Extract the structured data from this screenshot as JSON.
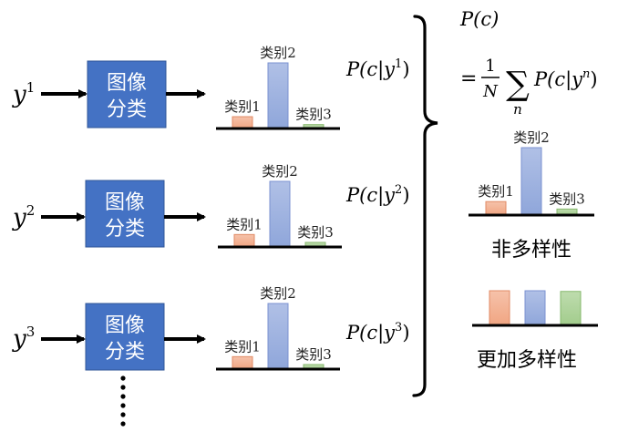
{
  "rows": [
    {
      "input_label": "y",
      "input_superscript": "1",
      "box_line1": "图像",
      "box_line2": "分类",
      "distribution_label": "P(c|y",
      "distribution_superscript": "1",
      "distribution_close": ")",
      "chart": {
        "type": "bar",
        "categories": [
          "类别1",
          "类别2",
          "类别3"
        ],
        "values": [
          0.18,
          1.0,
          0.06
        ]
      }
    },
    {
      "input_label": "y",
      "input_superscript": "2",
      "box_line1": "图像",
      "box_line2": "分类",
      "distribution_label": "P(c|y",
      "distribution_superscript": "2",
      "distribution_close": ")",
      "chart": {
        "type": "bar",
        "categories": [
          "类别1",
          "类别2",
          "类别3"
        ],
        "values": [
          0.19,
          1.0,
          0.07
        ]
      }
    },
    {
      "input_label": "y",
      "input_superscript": "3",
      "box_line1": "图像",
      "box_line2": "分类",
      "distribution_label": "P(c|y",
      "distribution_superscript": "3",
      "distribution_close": ")",
      "chart": {
        "type": "bar",
        "categories": [
          "类别1",
          "类别2",
          "类别3"
        ],
        "values": [
          0.19,
          1.0,
          0.07
        ]
      }
    }
  ],
  "continuation": "⋮",
  "marginal": {
    "title": "P(c)",
    "equals": "=",
    "frac_num": "1",
    "frac_den": "N",
    "sum_symbol": "∑",
    "sum_index": "n",
    "term": "P(c|y",
    "term_superscript": "n",
    "term_close": ")"
  },
  "chart_data": [
    {
      "type": "bar",
      "title": "非多样性",
      "categories": [
        "类别1",
        "类别2",
        "类别3"
      ],
      "values": [
        0.2,
        1.0,
        0.09
      ],
      "colors": [
        "#f4b59a",
        "#a5b6e2",
        "#b4d6a2"
      ]
    },
    {
      "type": "bar",
      "title": "更加多样性",
      "categories": [
        "",
        "",
        ""
      ],
      "values": [
        1.0,
        1.0,
        0.98
      ],
      "colors": [
        "#f4b59a",
        "#a5b6e2",
        "#b4d6a2"
      ]
    }
  ],
  "colors": {
    "box_fill": "#4472c4",
    "box_stroke": "#2f5597",
    "bar1": "#f4b59a",
    "bar1_stroke": "#e08a64",
    "bar2": "#a5b6e2",
    "bar2_stroke": "#7b92d0",
    "bar3": "#b4d6a2",
    "bar3_stroke": "#86b86c"
  }
}
